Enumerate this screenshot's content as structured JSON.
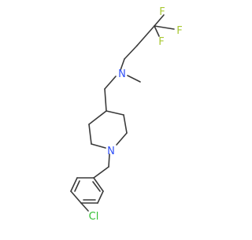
{
  "atom_labels": {
    "fluorine": "F",
    "nitrogen": "N",
    "chlorine": "Cl"
  },
  "colors": {
    "bond": "#3a3a3a",
    "fluorine": "#a9c833",
    "nitrogen": "#3050f8",
    "chlorine": "#33c033"
  }
}
